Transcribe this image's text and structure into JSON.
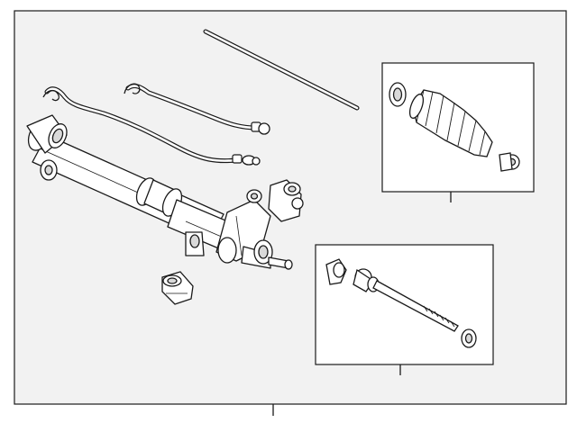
{
  "colors": {
    "panel_fill": "#f2f2f2",
    "inset_fill": "#ffffff",
    "stroke": "#1a1a1a",
    "part_fill": "#ffffff",
    "part_shade": "#d9d9d9"
  },
  "parts": [
    {
      "name": "steering-gear-assembly",
      "icon": "rack-and-pinion-housing"
    },
    {
      "name": "pressure-line",
      "icon": "bent-tube"
    },
    {
      "name": "return-line",
      "icon": "bent-tube"
    },
    {
      "name": "tie-rod-straight",
      "icon": "rod"
    },
    {
      "name": "mount-bushing",
      "icon": "bushing"
    },
    {
      "name": "boot-kit",
      "icon": "bellows-boot"
    },
    {
      "name": "inner-tie-rod",
      "icon": "threaded-rod"
    }
  ]
}
